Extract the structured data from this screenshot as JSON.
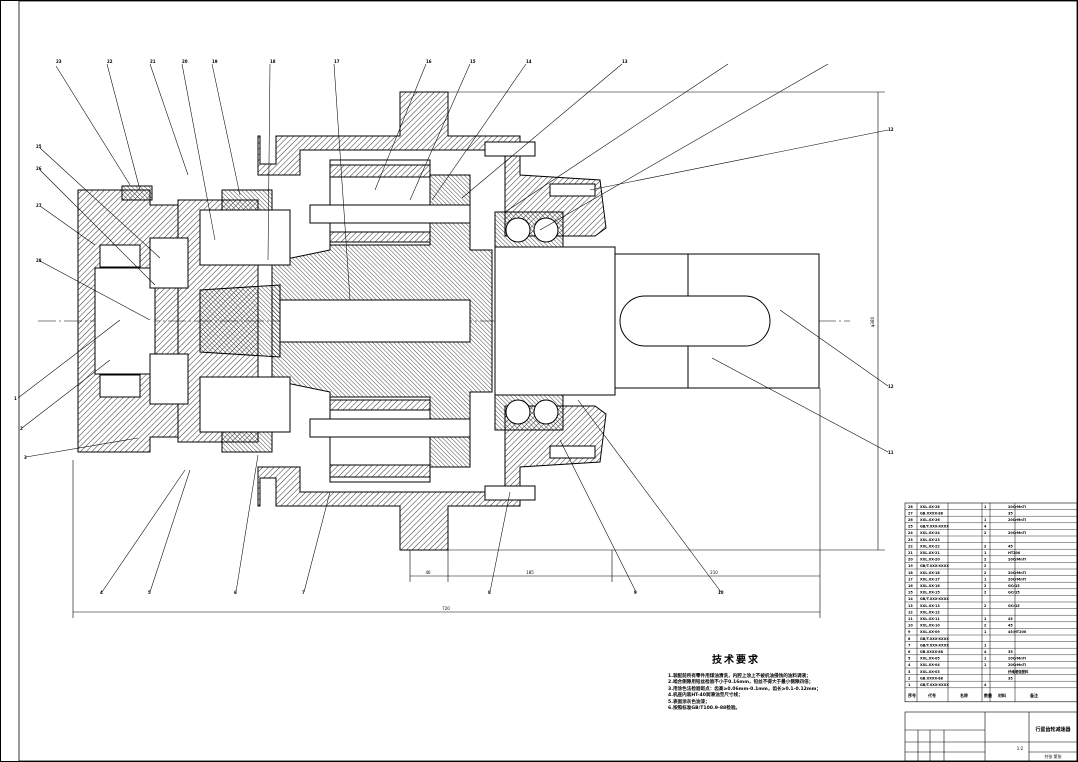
{
  "drawing": {
    "title_block": {
      "name": "行星齿轮减速器",
      "scale": "1:2",
      "sheet": "共张 第张"
    },
    "dimensions": {
      "overall_length": "720",
      "flange_offset": "46",
      "flange_length": "185",
      "shaft_length": "210",
      "height": "φ380"
    },
    "leaders": {
      "top": [
        "23",
        "22",
        "21",
        "20",
        "19",
        "18",
        "17",
        "16",
        "15",
        "14",
        "13"
      ],
      "left": [
        "25",
        "26",
        "27",
        "28"
      ],
      "bottom": [
        "1",
        "2",
        "3",
        "4",
        "5",
        "6",
        "7",
        "8",
        "9",
        "10"
      ],
      "right": [
        "12",
        "11"
      ]
    },
    "technical_requirements": {
      "title": "技术要求",
      "items": [
        "1.装配前所有零件用煤油清洗，内腔上涂上不被机油侵蚀的油料调液；",
        "2.啮合侧隙用铅丝检验不小于0.16mm，铅丝不得大于最小侧隙四倍；",
        "3.用涂色法检验斑点：齿高≥0.06mm-0.1mm，齿长≥0.1-0.12mm；",
        "4.机座内装HT-40润滑油至尺寸线；",
        "5.表面涂灰色油漆；",
        "6.按照标准GB/T100.9-88检验。"
      ]
    },
    "parts_list": {
      "headers": [
        "序号",
        "代号",
        "名称",
        "数量",
        "材料",
        "备注"
      ],
      "rows": [
        {
          "no": "28",
          "code": "XXL.XX-28",
          "name": "",
          "qty": "1",
          "mat": "20CrMnTi"
        },
        {
          "no": "27",
          "code": "GB.XXXX-88",
          "name": "",
          "qty": "",
          "mat": "35"
        },
        {
          "no": "26",
          "code": "XXL.XX-26",
          "name": "",
          "qty": "1",
          "mat": "20CrMnTi"
        },
        {
          "no": "25",
          "code": "GB/T.XXX-XXXX",
          "name": "",
          "qty": "4",
          "mat": ""
        },
        {
          "no": "24",
          "code": "XXL.XX-24",
          "name": "",
          "qty": "2",
          "mat": "20CrMnTi"
        },
        {
          "no": "23",
          "code": "XXL.XX-23",
          "name": "",
          "qty": "",
          "mat": ""
        },
        {
          "no": "22",
          "code": "XXL.XX-22",
          "name": "",
          "qty": "2",
          "mat": "45"
        },
        {
          "no": "21",
          "code": "XXL.XX-21",
          "name": "",
          "qty": "1",
          "mat": "HT200"
        },
        {
          "no": "20",
          "code": "XXL.XX-20",
          "name": "",
          "qty": "2",
          "mat": "20CrMnTi"
        },
        {
          "no": "19",
          "code": "GB/T.XXX-XXXX",
          "name": "",
          "qty": "2",
          "mat": ""
        },
        {
          "no": "18",
          "code": "XXL.XX-18",
          "name": "",
          "qty": "2",
          "mat": "20CrMnTi"
        },
        {
          "no": "17",
          "code": "XXL.XX-17",
          "name": "",
          "qty": "1",
          "mat": "20CrMnTi"
        },
        {
          "no": "16",
          "code": "XXL.XX-16",
          "name": "",
          "qty": "2",
          "mat": "GCr15"
        },
        {
          "no": "15",
          "code": "XXL.XX-15",
          "name": "",
          "qty": "2",
          "mat": "GCr15"
        },
        {
          "no": "14",
          "code": "GB/T.XXX-XXXX",
          "name": "",
          "qty": "",
          "mat": ""
        },
        {
          "no": "13",
          "code": "XXL.XX-13",
          "name": "",
          "qty": "2",
          "mat": "GCr15"
        },
        {
          "no": "12",
          "code": "XXL.XX-12",
          "name": "",
          "qty": "",
          "mat": ""
        },
        {
          "no": "11",
          "code": "XXL.XX-11",
          "name": "",
          "qty": "1",
          "mat": "45"
        },
        {
          "no": "10",
          "code": "XXL.XX-10",
          "name": "",
          "qty": "2",
          "mat": "45"
        },
        {
          "no": "9",
          "code": "XXL.XX-09",
          "name": "",
          "qty": "1",
          "mat": "45/HT200"
        },
        {
          "no": "8",
          "code": "GB/T.XXX-XXXX",
          "name": "",
          "qty": "",
          "mat": ""
        },
        {
          "no": "7",
          "code": "GB/T.XXX-XXXX",
          "name": "",
          "qty": "1",
          "mat": ""
        },
        {
          "no": "6",
          "code": "GB.XXXX-88",
          "name": "",
          "qty": "4",
          "mat": "35"
        },
        {
          "no": "5",
          "code": "XXL.XX-05",
          "name": "",
          "qty": "1",
          "mat": "20CrMnTi"
        },
        {
          "no": "4",
          "code": "XXL.XX-04",
          "name": "",
          "qty": "1",
          "mat": "20CrMnTi"
        },
        {
          "no": "3",
          "code": "XXL.XX-03",
          "name": "",
          "qty": "",
          "mat": "纤维增强塑料"
        },
        {
          "no": "2",
          "code": "GB.XXXX-88",
          "name": "",
          "qty": "",
          "mat": "35"
        },
        {
          "no": "1",
          "code": "GB/T.XXX-XXXX",
          "name": "",
          "qty": "4",
          "mat": ""
        }
      ]
    }
  }
}
